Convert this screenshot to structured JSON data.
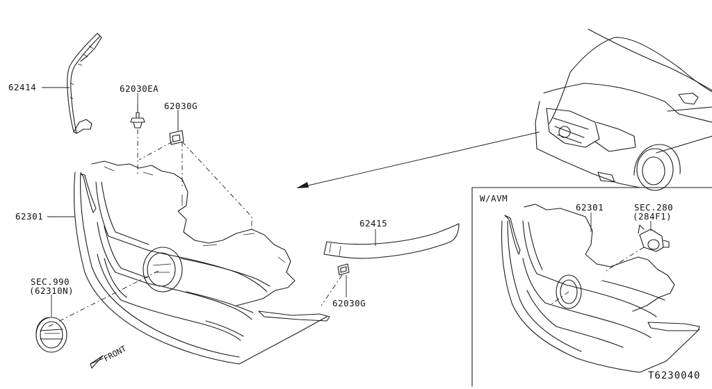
{
  "diagram_code": "T6230040",
  "inset_title": "W/AVM",
  "front_label": "FRONT",
  "parts": {
    "p62414": "62414",
    "p62030ea": "62030EA",
    "p62030g_top": "62030G",
    "p62301": "62301",
    "p62415": "62415",
    "p62030g_bottom": "62030G",
    "sec990": "SEC.990",
    "sec990_sub": "(62310N)",
    "inset_62301": "62301",
    "sec280": "SEC.280",
    "sec280_sub": "(284F1)"
  }
}
